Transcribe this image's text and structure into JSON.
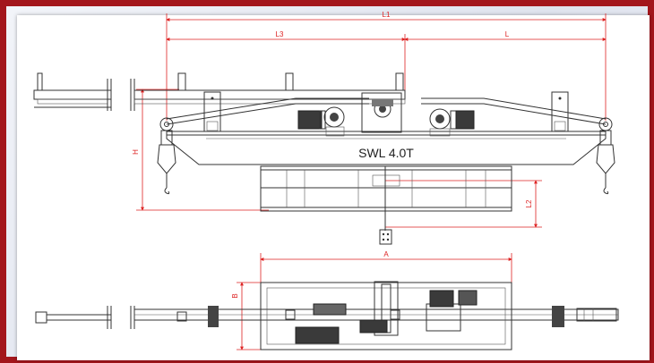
{
  "labels": {
    "swl": "SWL 4.0T"
  },
  "dimensions": {
    "L1": "L1",
    "L3": "L3",
    "L": "L",
    "H": "H",
    "L2": "L2",
    "A": "A",
    "B": "B"
  },
  "colors": {
    "frame": "#a3161c",
    "dimension": "#dd2222",
    "linework": "#333333"
  }
}
